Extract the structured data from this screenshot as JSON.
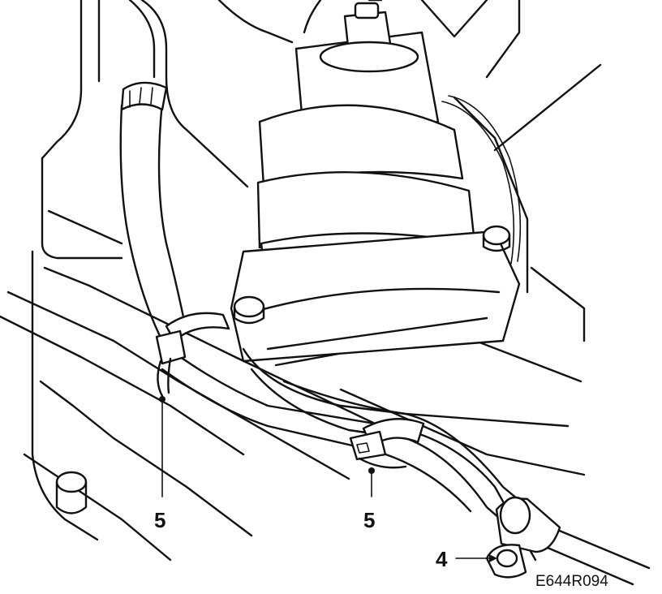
{
  "callouts": [
    {
      "id": "clamp-left",
      "label": "5"
    },
    {
      "id": "clamp-middle",
      "label": "5"
    },
    {
      "id": "bracket-bolt",
      "label": "4"
    }
  ],
  "figure_code": "E644R094"
}
